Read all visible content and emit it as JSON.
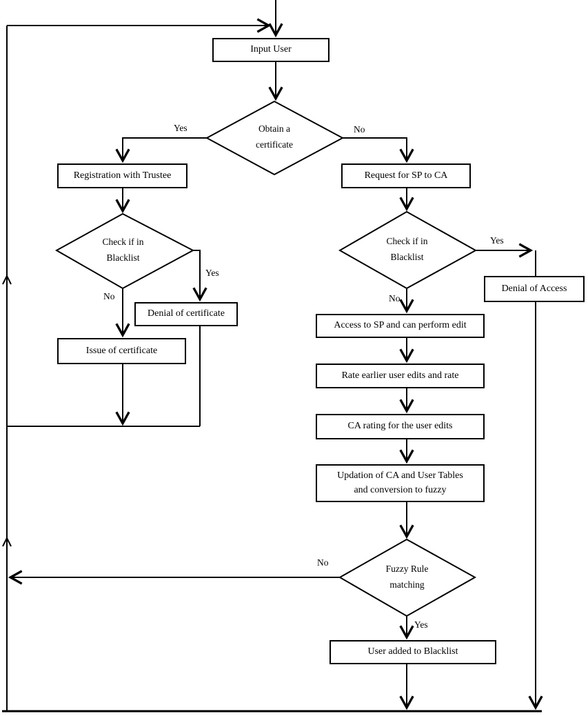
{
  "diagram": {
    "type": "flowchart",
    "colors": {
      "line": "#000000",
      "background": "#ffffff",
      "text": "#000000"
    },
    "nodes": {
      "input_user": {
        "label": "Input User"
      },
      "obtain_certificate": {
        "line1": "Obtain a",
        "line2": "certificate"
      },
      "registration_trustee": {
        "label": "Registration with Trustee"
      },
      "request_sp_ca": {
        "label": "Request for SP to CA"
      },
      "check_blacklist_left": {
        "line1": "Check if in",
        "line2": "Blacklist"
      },
      "check_blacklist_right": {
        "line1": "Check if in",
        "line2": "Blacklist"
      },
      "denial_certificate": {
        "label": "Denial of certificate"
      },
      "issue_certificate": {
        "label": "Issue of certificate"
      },
      "denial_access": {
        "label": "Denial of Access"
      },
      "access_sp": {
        "label": "Access to SP and can perform edit"
      },
      "rate_earlier": {
        "label": "Rate earlier user edits and rate"
      },
      "ca_rating": {
        "label": "CA rating for the user edits"
      },
      "updation": {
        "line1": "Updation of CA and User Tables",
        "line2": "and conversion to fuzzy"
      },
      "fuzzy_rule": {
        "line1": "Fuzzy Rule",
        "line2": "matching"
      },
      "user_blacklist": {
        "label": "User added to Blacklist"
      }
    },
    "edge_labels": {
      "obtain_yes": "Yes",
      "obtain_no": "No",
      "left_blacklist_yes": "Yes",
      "left_blacklist_no": "No",
      "right_blacklist_yes": "Yes",
      "right_blacklist_no": "No",
      "fuzzy_no": "No",
      "fuzzy_yes": "Yes"
    }
  }
}
